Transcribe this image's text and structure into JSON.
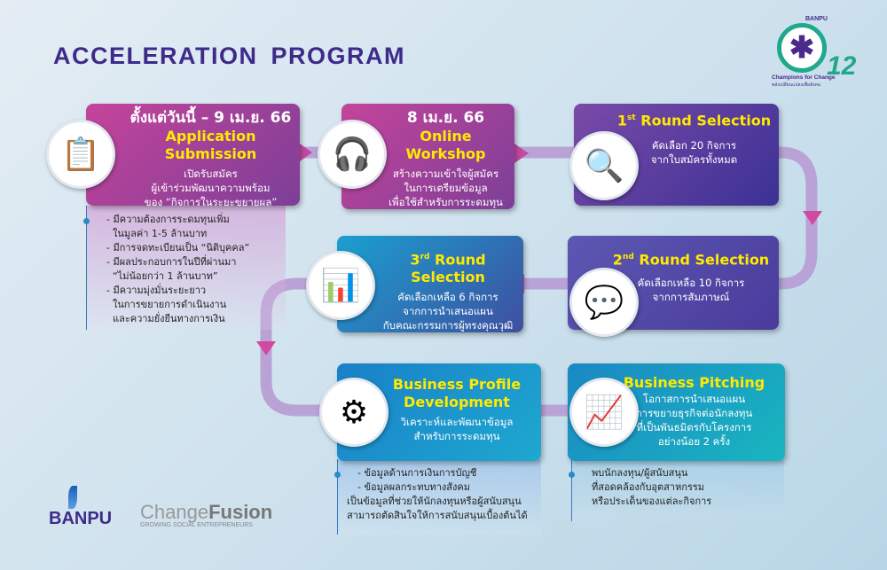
{
  "title": "ACCELERATION  PROGRAM",
  "colors": {
    "title": "#3d2a8a",
    "highlight": "#ffea00",
    "track": "#b9a3d6",
    "arrow": "#d04aa0"
  },
  "steps": [
    {
      "icon": "document-person-icon",
      "heading": "ตั้งแต่วันนี้ – 9 เม.ย. 66",
      "title": "Application Submission",
      "body": [
        "เปิดรับสมัคร",
        "ผู้เข้าร่วมพัฒนาความพร้อม",
        "ของ “กิจการในระยะขยายผล”"
      ]
    },
    {
      "icon": "headset-operator-icon",
      "heading": "8 เม.ย. 66",
      "title": "Online Workshop",
      "body": [
        "สร้างความเข้าใจผู้สมัคร",
        "ในการเตรียมข้อมูล",
        "เพื่อใช้สำหรับการระดมทุน"
      ]
    },
    {
      "icon": "magnifier-people-icon",
      "title_num": "1",
      "title_sup": "st",
      "title": " Round Selection",
      "body": [
        "คัดเลือก 20 กิจการ",
        "จากใบสมัครทั้งหมด"
      ]
    },
    {
      "icon": "interview-person-icon",
      "title_num": "2",
      "title_sup": "nd",
      "title": " Round Selection",
      "body": [
        "คัดเลือกเหลือ 10 กิจการ",
        "จากการสัมภาษณ์"
      ]
    },
    {
      "icon": "presentation-board-icon",
      "title_num": "3",
      "title_sup": "rd",
      "title": " Round Selection",
      "body": [
        "คัดเลือกเหลือ 6 กิจการ",
        "จากการนำเสนอแผน",
        "กับคณะกรรมการผู้ทรงคุณวุฒิ"
      ]
    },
    {
      "icon": "person-gears-icon",
      "title": "Business Profile Development",
      "body": [
        "วิเคราะห์และพัฒนาข้อมูล",
        "สำหรับการระดมทุน"
      ]
    },
    {
      "icon": "pitching-chart-icon",
      "title": "Business Pitching",
      "body": [
        "โอกาสการนำเสนอแผน",
        "การขยายธุรกิจต่อนักลงทุน",
        "ที่เป็นพันธมิตรกับโครงการ",
        "อย่างน้อย 2 ครั้ง"
      ]
    }
  ],
  "notes": {
    "application": [
      "- มีความต้องการระดมทุนเพิ่ม",
      "  ในมูลค่า 1-5 ล้านบาท",
      "- มีการจดทะเบียนเป็น “นิติบุคคล”",
      "- มีผลประกอบการในปีที่ผ่านมา",
      "  “ไม่น้อยกว่า 1 ล้านบาท”",
      "- มีความมุ่งมั่นระยะยาว",
      "  ในการขยายการดำเนินงาน",
      "  และความยั่งยืนทางการเงิน"
    ],
    "profile": [
      "- ข้อมูลด้านการเงินการบัญชี",
      "- ข้อมูลผลกระทบทางสังคม",
      "เป็นข้อมูลที่ช่วยให้นักลงทุนหรือผู้สนับสนุน",
      "สามารถตัดสินใจให้การสนับสนุนเบื้องต้นได้"
    ],
    "pitching": [
      "พบนักลงทุน/ผู้สนับสนุน",
      "ที่สอดคล้องกับอุตสาหกรรม",
      "หรือประเด็นของแต่ละกิจการ"
    ]
  },
  "logos": {
    "banpu": "BANPU",
    "changefusion_a": "Change",
    "changefusion_b": "Fusion",
    "changefusion_tag": "GROWING SOCIAL ENTREPRENEURS",
    "champions_brand": "BANPU",
    "champions_name": "Champions for Change",
    "champions_thai": "พลังเปลี่ยนแปลงเพื่อสังคม",
    "champions_number": "12"
  }
}
